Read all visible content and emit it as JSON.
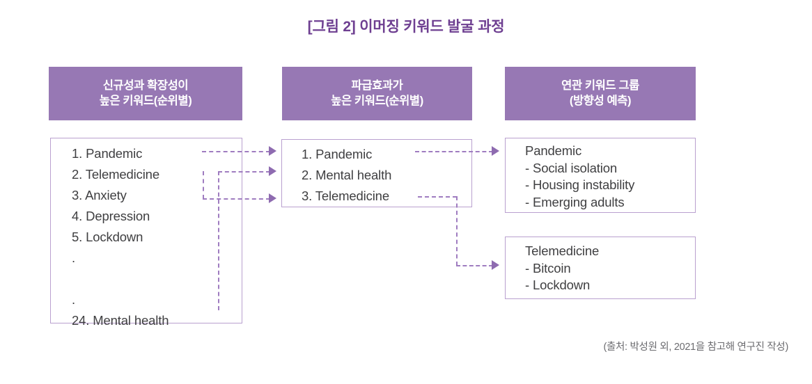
{
  "figure": {
    "title": "[그림 2] 이머징 키워드 발굴 과정",
    "source_note": "(출처: 박성원 외, 2021을 참고해 연구진 작성)",
    "accent_color": "#9778b4",
    "title_color": "#6e3f91",
    "border_color": "#b9a0cf",
    "connector_color": "#9f7cc0",
    "body_text_color": "#3f3f41"
  },
  "columns": [
    {
      "id": "novelty-expansion",
      "header": "신규성과 확장성이\n높은 키워드(순위별)",
      "box": {
        "id": "ranked-keyword-list",
        "text": "1. Pandemic\n2. Telemedicine\n3. Anxiety\n4. Depression\n5. Lockdown\n.\n\n.\n24. Mental health",
        "items": [
          "1. Pandemic",
          "2. Telemedicine",
          "3. Anxiety",
          "4. Depression",
          "5. Lockdown",
          ".",
          ".",
          "24. Mental health"
        ]
      }
    },
    {
      "id": "ripple-effect",
      "header": "파급효과가\n높은 키워드(순위별)",
      "box": {
        "id": "ripple-keyword-list",
        "text": "1. Pandemic\n2. Mental health\n3. Telemedicine",
        "items": [
          "1. Pandemic",
          "2. Mental health",
          "3. Telemedicine"
        ]
      }
    },
    {
      "id": "related-keyword-groups",
      "header": "연관 키워드 그룹\n(방향성 예측)",
      "boxes": [
        {
          "id": "pandemic-group",
          "title": "Pandemic",
          "text": "Pandemic\n- Social isolation\n- Housing instability\n- Emerging adults",
          "items": [
            "- Social isolation",
            "- Housing instability",
            "- Emerging adults"
          ]
        },
        {
          "id": "telemedicine-group",
          "title": "Telemedicine",
          "text": "Telemedicine\n- Bitcoin\n- Lockdown",
          "items": [
            "- Bitcoin",
            "- Lockdown"
          ]
        }
      ]
    }
  ],
  "connectors": [
    {
      "id": "pandemic-to-pandemic",
      "from": "1. Pandemic",
      "to": "1. Pandemic"
    },
    {
      "id": "mental-health-to-mental-health",
      "from": "24. Mental health",
      "to": "2. Mental health"
    },
    {
      "id": "telemedicine-to-telemedicine",
      "from": "2. Telemedicine",
      "to": "3. Telemedicine"
    },
    {
      "id": "pandemic-to-group",
      "from": "1. Pandemic",
      "to": "Pandemic"
    },
    {
      "id": "telemedicine-to-group",
      "from": "3. Telemedicine",
      "to": "Telemedicine"
    }
  ]
}
